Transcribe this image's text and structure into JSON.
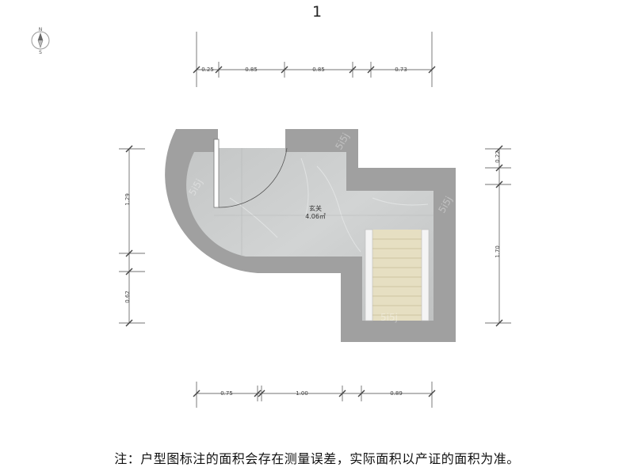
{
  "floor_label": "1",
  "compass": {
    "north": "N",
    "south": "S",
    "icon": "compass-icon"
  },
  "room": {
    "name": "玄关",
    "area": "4.06㎡"
  },
  "dimensions": {
    "top": [
      "0.25",
      "0.85",
      "0.85",
      "0.73"
    ],
    "bottom": [
      "0.75",
      "1.00",
      "0.89"
    ],
    "left": [
      "1.29",
      "0.62"
    ],
    "right": [
      "0.22",
      "1.70"
    ]
  },
  "watermark": "5i5j",
  "colors": {
    "wall": "#a0a0a0",
    "floor": "#c9cbcb",
    "stairs": "#e6dfc2"
  },
  "footer_note": "注：户型图标注的面积会存在测量误差，实际面积以产证的面积为准。"
}
